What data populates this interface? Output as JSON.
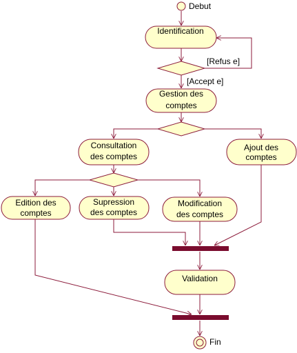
{
  "nodes": {
    "start": "Debut",
    "identification": "Identification",
    "gestion": [
      "Gestion des",
      "comptes"
    ],
    "consultation": [
      "Consultation",
      "des comptes"
    ],
    "ajout": [
      "Ajout des",
      "comptes"
    ],
    "edition": [
      "Edition des",
      "comptes"
    ],
    "suppression": [
      "Supression",
      "des comptes"
    ],
    "modification": [
      "Modification",
      "des comptes"
    ],
    "validation": "Validation",
    "end": "Fin"
  },
  "guards": {
    "refuse": "[Refus  e]",
    "accepte": "[Accept  e]"
  },
  "colors": {
    "fill": "#ffffcc",
    "stroke": "#8b1a3a",
    "bar": "#7a0c2e"
  }
}
